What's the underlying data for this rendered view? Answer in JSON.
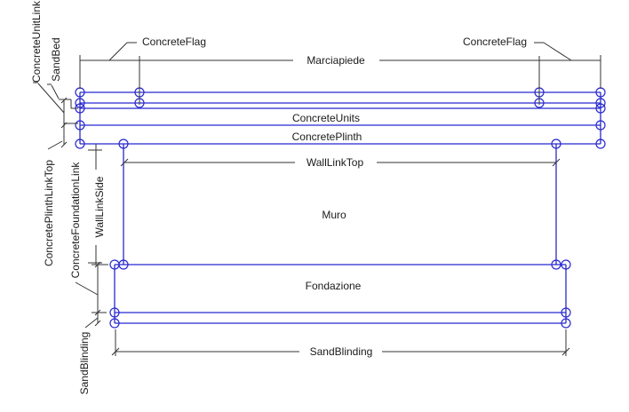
{
  "colors": {
    "element_blue": "#2828d0",
    "annotation_black": "#333333",
    "text": "#1a1a1a",
    "background": "#ffffff"
  },
  "labels": {
    "concrete_unit_link": "ConcreteUnitLink",
    "sand_bed": "SandBed",
    "concrete_flag_left": "ConcreteFlag",
    "marciapiede": "Marciapiede",
    "concrete_flag_right": "ConcreteFlag",
    "concrete_units": "ConcreteUnits",
    "concrete_plinth": "ConcretePlinth",
    "wall_link_top": "WallLinkTop",
    "muro": "Muro",
    "concrete_plinth_link_top": "ConcretePlinthLinkTop",
    "concrete_foundation_link": "ConcreteFoundationLink",
    "wall_link_side": "WallLinkSide",
    "fondazione": "Fondazione",
    "sand_blinding_left": "SandBlinding",
    "sand_blinding_bottom": "SandBlinding"
  }
}
